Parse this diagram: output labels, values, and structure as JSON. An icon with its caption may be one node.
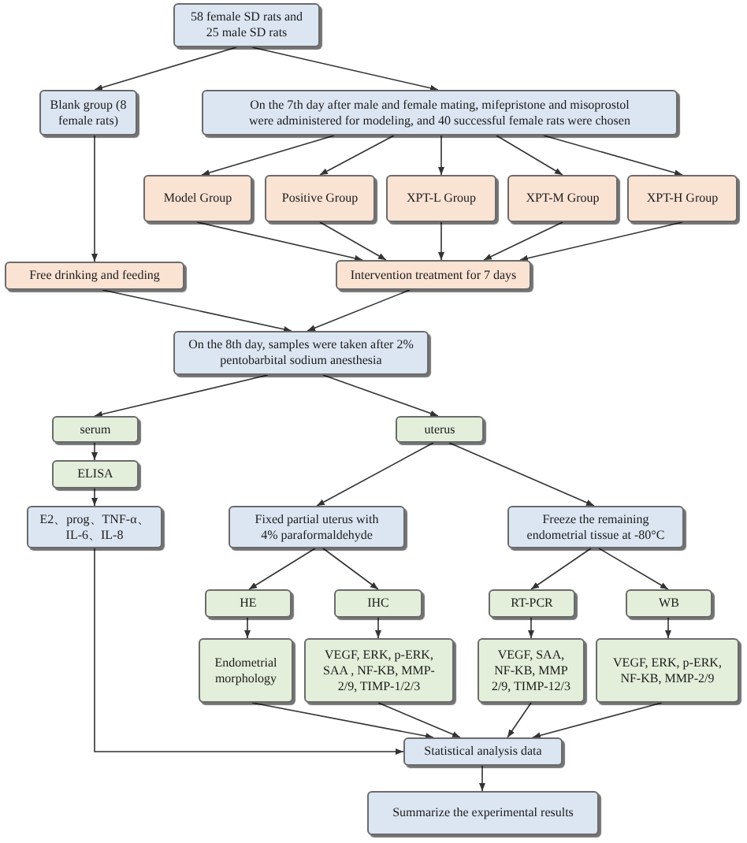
{
  "diagram": {
    "nodes": [
      {
        "text": [
          "58 female SD rats and 25 male SD rats"
        ]
      },
      {
        "text": [
          "Blank group (8 female rats)"
        ]
      },
      {
        "text": [
          "On the 7th day after male and female mating, mifepristone and misoprostol were administered for modeling, and 40 successful female rats were chosen"
        ]
      },
      {
        "text": [
          "Model Group"
        ]
      },
      {
        "text": [
          "Positive Group"
        ]
      },
      {
        "text": [
          "XPT-L Group"
        ]
      },
      {
        "text": [
          "XPT-M Group"
        ]
      },
      {
        "text": [
          "XPT-H Group"
        ]
      },
      {
        "text": [
          "Free drinking and feeding"
        ]
      },
      {
        "text": [
          "Intervention treatment for 7 days"
        ]
      },
      {
        "text": [
          "On the 8th day, samples were taken after 2% pentobarbital sodium anesthesia"
        ]
      },
      {
        "text": [
          "serum"
        ]
      },
      {
        "text": [
          "uterus"
        ]
      },
      {
        "text": [
          "ELISA"
        ]
      },
      {
        "text": [
          "E2、prog、TNF-α、IL-6、IL-8"
        ]
      },
      {
        "text": [
          "Fixed partial uterus with 4% paraformaldehyde"
        ]
      },
      {
        "text": [
          "Freeze the remaining endometrial tissue at -80°C"
        ]
      },
      {
        "text": [
          "HE"
        ]
      },
      {
        "text": [
          "IHC"
        ]
      },
      {
        "text": [
          "RT-PCR"
        ]
      },
      {
        "text": [
          "WB"
        ]
      },
      {
        "text": [
          "Endometrial morphology"
        ]
      },
      {
        "text": [
          "VEGF, ERK, p-ERK, SAA , NF-KB, MMP-2/9, TIMP-1/2/3"
        ]
      },
      {
        "text": [
          "VEGF, SAA, NF-KB, MMP 2/9, TIMP-12/3"
        ]
      },
      {
        "text": [
          "VEGF, ERK, p-ERK, NF-KB, MMP-2/9"
        ]
      },
      {
        "text": [
          "Statistical analysis data"
        ]
      },
      {
        "text": [
          "Summarize the experimental results"
        ]
      }
    ],
    "edges": [
      {
        "from": 0,
        "to": 1,
        "arrow": "to"
      },
      {
        "from": 0,
        "to": 2,
        "arrow": "to"
      },
      {
        "from": 1,
        "to": 8,
        "arrow": "to"
      },
      {
        "from": 2,
        "to": 3,
        "arrow": "to"
      },
      {
        "from": 2,
        "to": 4,
        "arrow": "to"
      },
      {
        "from": 2,
        "to": 5,
        "arrow": "to"
      },
      {
        "from": 2,
        "to": 6,
        "arrow": "to"
      },
      {
        "from": 2,
        "to": 7,
        "arrow": "to"
      },
      {
        "from": 3,
        "to": 9,
        "arrow": "to"
      },
      {
        "from": 4,
        "to": 9,
        "arrow": "to"
      },
      {
        "from": 5,
        "to": 9,
        "arrow": "to"
      },
      {
        "from": 6,
        "to": 9,
        "arrow": "to"
      },
      {
        "from": 7,
        "to": 9,
        "arrow": "to"
      },
      {
        "from": 8,
        "to": 10,
        "arrow": "to"
      },
      {
        "from": 9,
        "to": 10,
        "arrow": "to"
      },
      {
        "from": 10,
        "to": 11,
        "arrow": "to"
      },
      {
        "from": 10,
        "to": 12,
        "arrow": "to"
      },
      {
        "from": 11,
        "to": 13,
        "arrow": "to"
      },
      {
        "from": 13,
        "to": 14,
        "arrow": "to"
      },
      {
        "from": 12,
        "to": 15,
        "arrow": "to"
      },
      {
        "from": 12,
        "to": 16,
        "arrow": "to"
      },
      {
        "from": 15,
        "to": 17,
        "arrow": "to"
      },
      {
        "from": 15,
        "to": 18,
        "arrow": "to"
      },
      {
        "from": 16,
        "to": 19,
        "arrow": "to"
      },
      {
        "from": 16,
        "to": 20,
        "arrow": "to"
      },
      {
        "from": 17,
        "to": 21,
        "arrow": "to"
      },
      {
        "from": 18,
        "to": 22,
        "arrow": "to"
      },
      {
        "from": 19,
        "to": 23,
        "arrow": "to"
      },
      {
        "from": 20,
        "to": 24,
        "arrow": "to"
      },
      {
        "from": 21,
        "to": 25,
        "arrow": "to"
      },
      {
        "from": 22,
        "to": 25,
        "arrow": "to"
      },
      {
        "from": 23,
        "to": 25,
        "arrow": "to"
      },
      {
        "from": 24,
        "to": 25,
        "arrow": "to"
      },
      {
        "from": 14,
        "to": 25,
        "arrow": "to"
      },
      {
        "from": 25,
        "to": 26,
        "arrow": "to"
      }
    ]
  }
}
